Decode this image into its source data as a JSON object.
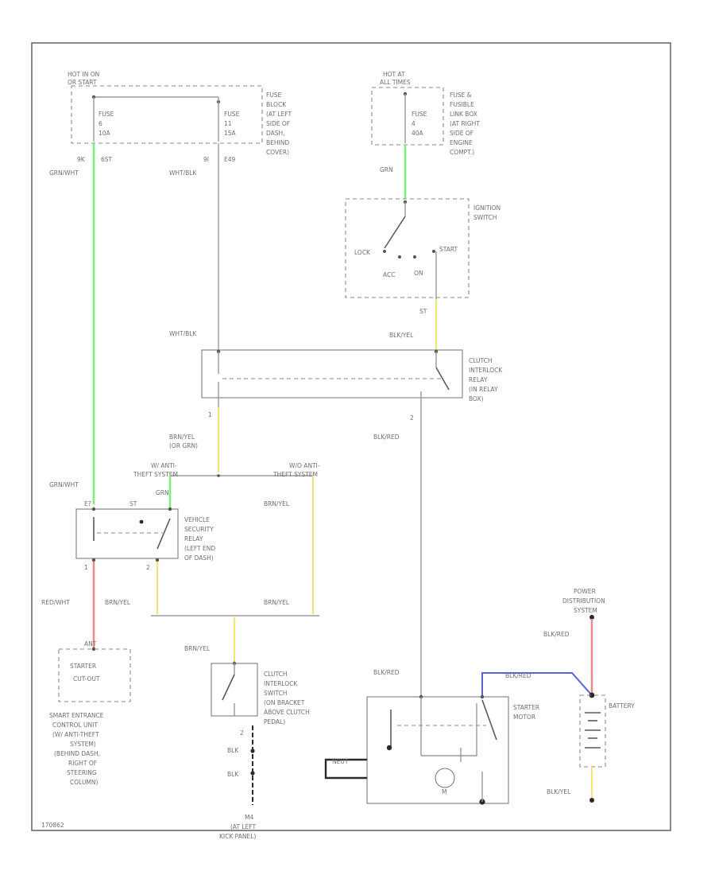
{
  "colors": {
    "wire": "#9a9a9a",
    "wire_green": "#7cf07c",
    "wire_yellow": "#f2e27a",
    "wire_red": "#f08a8a",
    "wire_blue": "#5a62d6"
  },
  "fuse_block": {
    "hot_label_1": "HOT IN ON",
    "hot_label_2": "OR START",
    "fuse1_label_1": "FUSE",
    "fuse1_label_2": "6",
    "fuse1_label_3": "10A",
    "fuse2_label_1": "FUSE",
    "fuse2_label_2": "11",
    "fuse2_label_3": "15A",
    "desc_1": "FUSE",
    "desc_2": "BLOCK",
    "desc_3": "(AT LEFT",
    "desc_4": "SIDE OF",
    "desc_5": "DASH,",
    "desc_6": "BEHIND",
    "desc_7": "COVER)",
    "pin1": "9K",
    "pin1_b": "6ST",
    "pin2": "9I",
    "pin2_b": "E49"
  },
  "fusible_link": {
    "hot_label_1": "HOT AT",
    "hot_label_2": "ALL TIMES",
    "fuse_label_1": "FUSE",
    "fuse_label_2": "4",
    "fuse_label_3": "40A",
    "desc_1": "FUSE &",
    "desc_2": "FUSIBLE",
    "desc_3": "LINK BOX",
    "desc_4": "(AT RIGHT",
    "desc_5": "SIDE OF",
    "desc_6": "ENGINE",
    "desc_7": "COMPT.)"
  },
  "ignition_switch": {
    "label_1": "IGNITION",
    "label_2": "SWITCH",
    "lock": "LOCK",
    "acc": "ACC",
    "on": "ON",
    "start": "START",
    "pin": "ST"
  },
  "clutch_relay": {
    "label_1": "CLUTCH",
    "label_2": "INTERLOCK",
    "label_3": "RELAY",
    "label_4": "(IN RELAY",
    "label_5": "BOX)",
    "pin1": "1",
    "pin2": "2"
  },
  "security_relay": {
    "label_1": "VEHICLE",
    "label_2": "SECURITY",
    "label_3": "RELAY",
    "label_4": "(LEFT END",
    "label_5": "OF DASH)",
    "pin1": "1",
    "pin2": "2",
    "pin_st": "ST",
    "pin_top": "E?"
  },
  "theft": {
    "w_label_1": "W/ ANTI-",
    "w_label_2": "THEFT SYSTEM",
    "wo_label_1": "W/O ANTI-",
    "wo_label_2": "THEFT SYSTEM"
  },
  "starter_cutout": {
    "label_1": "STARTER",
    "label_2": "CUT-OUT",
    "pin": "ANT",
    "desc_1": "SMART ENTRANCE",
    "desc_2": "CONTROL UNIT",
    "desc_3": "(W/ ANTI-THEFT",
    "desc_4": "SYSTEM)",
    "desc_5": "(BEHIND DASH,",
    "desc_6": "RIGHT OF",
    "desc_7": "STEERING",
    "desc_8": "COLUMN)"
  },
  "clutch_switch": {
    "label_1": "CLUTCH",
    "label_2": "INTERLOCK",
    "label_3": "SWITCH",
    "label_4": "(ON BRACKET",
    "label_5": "ABOVE CLUTCH",
    "label_6": "PEDAL)",
    "pin": "2"
  },
  "ground": {
    "label_1": "M4",
    "label_2": "(AT LEFT",
    "label_3": "KICK PANEL)"
  },
  "starter_motor": {
    "label_1": "STARTER",
    "label_2": "MOTOR",
    "motor": "M",
    "term": "NEUT"
  },
  "battery": {
    "label": "BATTERY",
    "pds_1": "POWER",
    "pds_2": "DISTRIBUTION",
    "pds_3": "SYSTEM"
  },
  "wire_labels": {
    "grn_wht_1": "GRN/WHT",
    "wht_blk_1": "WHT/BLK",
    "grn_1": "GRN",
    "wht_blk_2": "WHT/BLK",
    "blk_yel_1": "BLK/YEL",
    "brn_yel_1": "BRN/YEL",
    "brn_yel_1b": "(OR GRN)",
    "blk_red_1": "BLK/RED",
    "grn_wht_2": "GRN/WHT",
    "grn_2": "GRN",
    "brn_yel_2": "BRN/YEL",
    "red_wht": "RED/WHT",
    "brn_yel_3": "BRN/YEL",
    "brn_yel_4": "BRN/YEL",
    "brn_yel_5": "BRN/YEL",
    "blk_1": "BLK",
    "blk_2": "BLK",
    "blk_red_2": "BLK/RED",
    "blk_red_3": "BLK/RED",
    "blk_red_4": "BLK/RED",
    "blk_yel_2": "BLK/YEL"
  },
  "footer": {
    "code": "170862"
  }
}
